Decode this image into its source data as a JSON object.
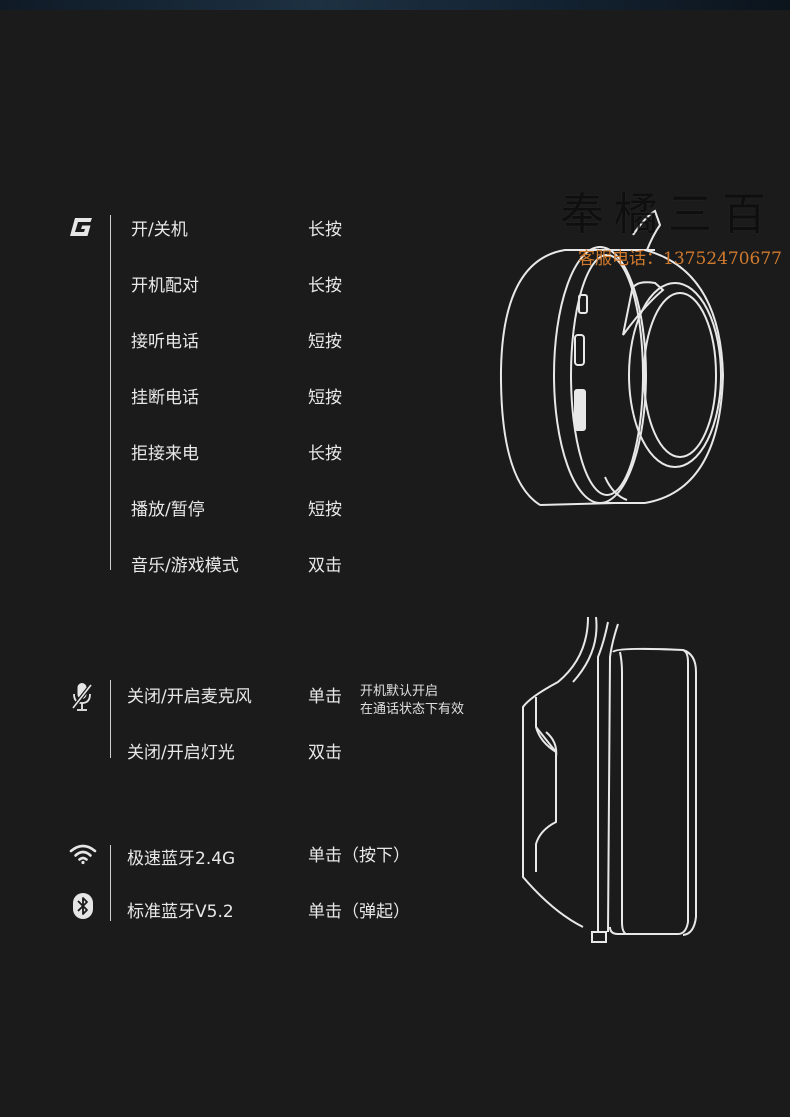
{
  "section1": {
    "rows": [
      {
        "label": "开/关机",
        "action": "长按"
      },
      {
        "label": "开机配对",
        "action": "长按"
      },
      {
        "label": "接听电话",
        "action": "短按"
      },
      {
        "label": "挂断电话",
        "action": "短按"
      },
      {
        "label": "拒接来电",
        "action": "长按"
      },
      {
        "label": "播放/暂停",
        "action": "短按"
      },
      {
        "label": "音乐/游戏模式",
        "action": "双击"
      }
    ]
  },
  "section2": {
    "rows": [
      {
        "label": "关闭/开启麦克风",
        "action": "单击",
        "note_line1": "开机默认开启",
        "note_line2": "在通话状态下有效"
      },
      {
        "label": "关闭/开启灯光",
        "action": "双击"
      }
    ]
  },
  "section3": {
    "rows": [
      {
        "label": "极速蓝牙2.4G",
        "action": "单击（按下）"
      },
      {
        "label": "标准蓝牙V5.2",
        "action": "单击（弹起）"
      }
    ]
  },
  "watermark": {
    "brand": "奉橘三百",
    "phone": "客服电话：13752470677"
  },
  "icons": {
    "g_logo": "g-logo-icon",
    "mic_off": "mic-off-icon",
    "wifi": "wifi-icon",
    "bluetooth": "bluetooth-icon"
  }
}
